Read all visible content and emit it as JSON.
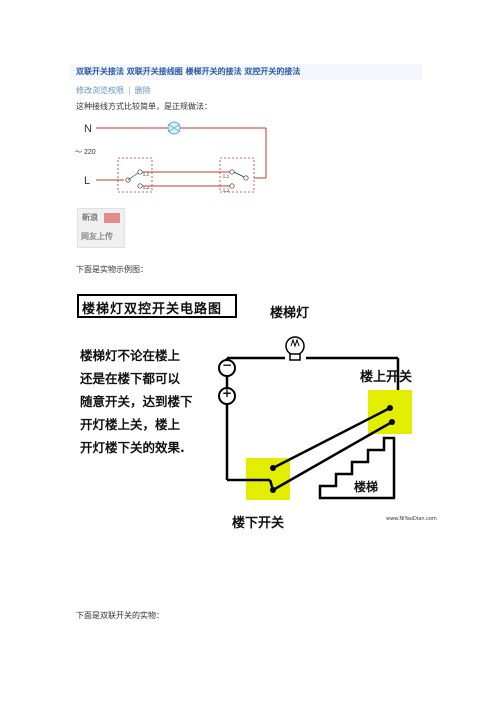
{
  "header": {
    "title": "双联开关接法 双联开关接线图 楼梯开关的接法 双控开关的接法"
  },
  "meta": {
    "edit_link": "修改浏览权限",
    "separator": "|",
    "delete_link": "删除"
  },
  "intro_text": "这种接线方式比较简单，是正规做法：",
  "diagram1": {
    "label_n": "N",
    "label_tilde": "～ 220",
    "label_l": "L",
    "switch1_labels": [
      "L1",
      "L2"
    ],
    "switch2_labels": [
      "L1",
      "L2"
    ]
  },
  "watermark_badge": {
    "line1": "新浪",
    "line2": "网友上传"
  },
  "example_text": "下面是实物示例图：",
  "diagram2": {
    "title": "楼梯灯双控开关电路图",
    "lamp_label": "楼梯灯",
    "desc_lines": [
      "楼梯灯不论在楼上",
      "还是在楼下都可以",
      "随意开关，达到楼下",
      "开灯楼上关，楼上",
      "开灯楼下关的效果."
    ],
    "minus": "−",
    "plus": "+",
    "upstairs_switch": "楼上开关",
    "downstairs_switch": "楼下开关",
    "stairs_label": "楼梯",
    "watermark": "www.NiYaoDian.com"
  },
  "bottom_text": "下面是双联开关的实物："
}
